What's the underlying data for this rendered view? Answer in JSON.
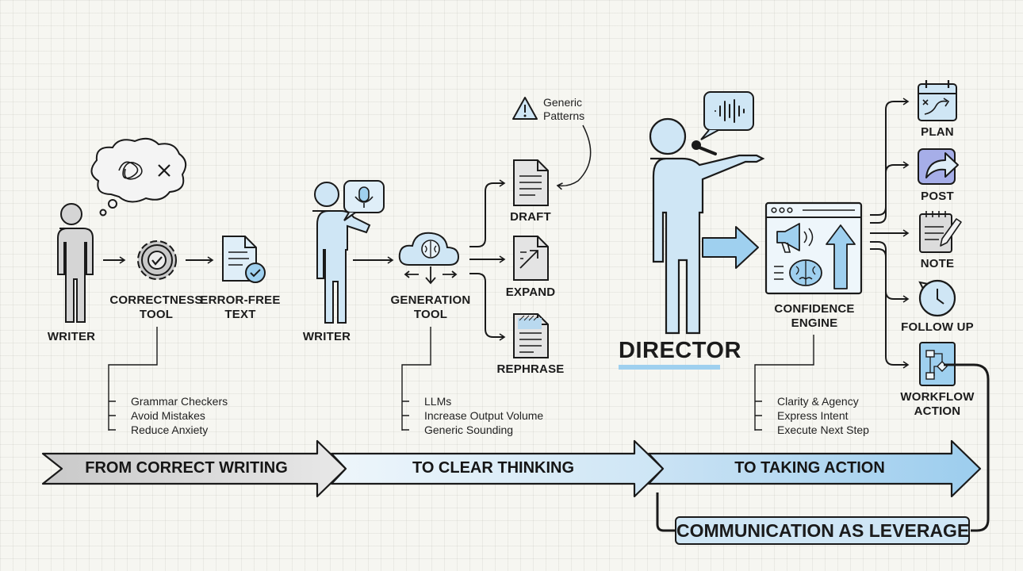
{
  "stage1": {
    "writer": "WRITER",
    "tool": "CORRECTNESS\nTOOL",
    "output": "ERROR-FREE\nTEXT",
    "notes": [
      "Grammar Checkers",
      "Avoid Mistakes",
      "Reduce Anxiety"
    ]
  },
  "stage2": {
    "writer": "WRITER",
    "tool": "GENERATION\nTOOL",
    "outputs": [
      "DRAFT",
      "EXPAND",
      "REPHRASE"
    ],
    "warning": "Generic\nPatterns",
    "notes": [
      "LLMs",
      "Increase Output Volume",
      "Generic Sounding"
    ]
  },
  "stage3": {
    "director": "DIRECTOR",
    "engine": "CONFIDENCE\nENGINE",
    "actions": [
      "PLAN",
      "POST",
      "NOTE",
      "FOLLOW UP",
      "WORKFLOW\nACTION"
    ],
    "notes": [
      "Clarity & Agency",
      "Express Intent",
      "Execute Next Step"
    ]
  },
  "bands": [
    "FROM CORRECT WRITING",
    "TO CLEAR THINKING",
    "TO TAKING ACTION"
  ],
  "leverage": "COMMUNICATION AS LEVERAGE",
  "icons": [
    "thought-bubble-icon",
    "gear-check-icon",
    "document-check-icon",
    "microphone-icon",
    "brain-cloud-icon",
    "warning-icon",
    "document-icon",
    "expand-icon",
    "rephrase-icon",
    "speech-wave-icon",
    "megaphone-icon",
    "brain-icon",
    "up-arrow-icon",
    "calendar-plan-icon",
    "share-icon",
    "note-icon",
    "clock-icon",
    "workflow-icon"
  ],
  "colors": {
    "accent": "#cfe6f5",
    "accent_dark": "#8ec6ea",
    "gray": "#d2d2d2",
    "stroke": "#1a1a1a"
  }
}
